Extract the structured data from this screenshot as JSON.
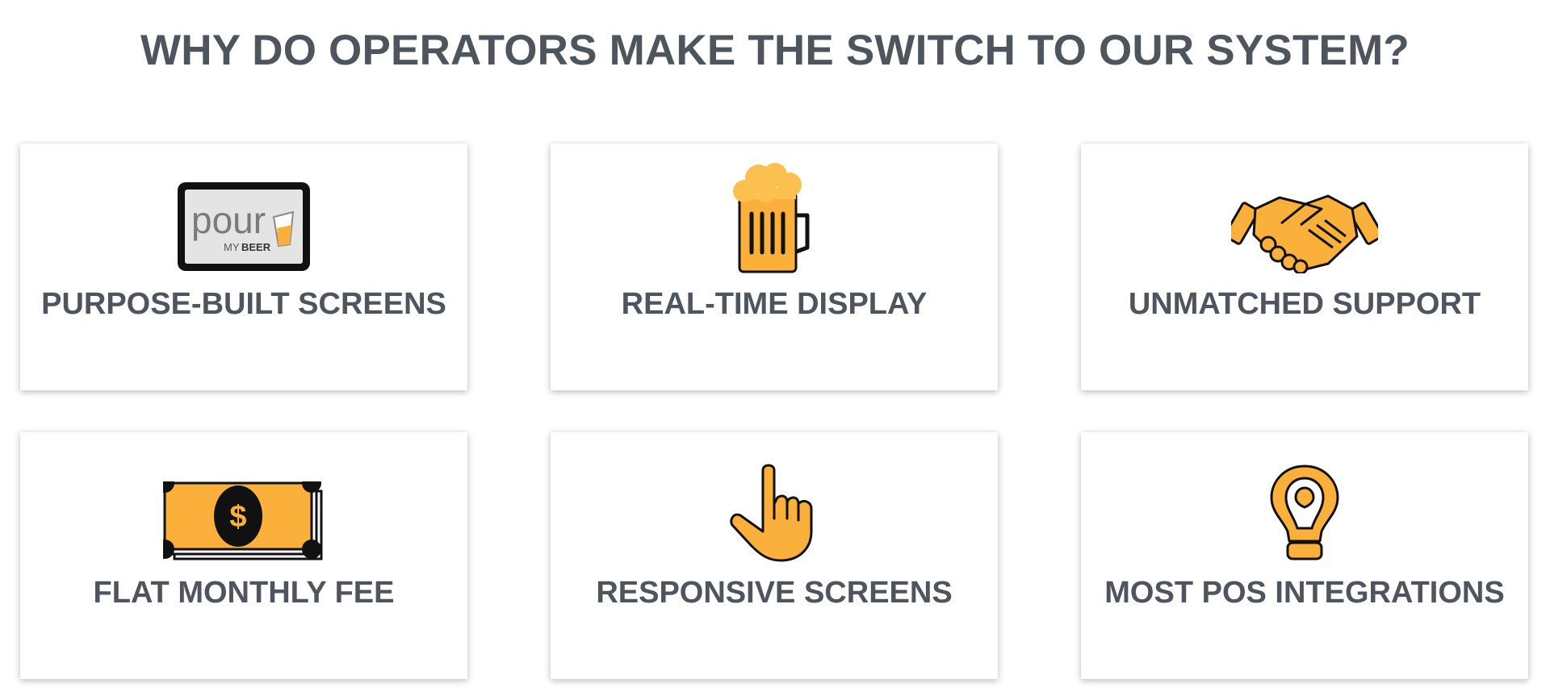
{
  "heading": "WHY DO OPERATORS MAKE THE SWITCH TO OUR SYSTEM?",
  "colors": {
    "accent": "#fbb03b",
    "text": "#4f555c",
    "outline": "#111111"
  },
  "features": [
    {
      "label": "PURPOSE-BUILT SCREENS",
      "icon": "tablet-logo-icon",
      "logo_word": "pour",
      "logo_sub_a": "MY",
      "logo_sub_b": "BEER"
    },
    {
      "label": "REAL-TIME DISPLAY",
      "icon": "beer-mug-icon"
    },
    {
      "label": "UNMATCHED SUPPORT",
      "icon": "handshake-icon"
    },
    {
      "label": "FLAT MONTHLY FEE",
      "icon": "money-bill-icon",
      "currency_symbol": "$"
    },
    {
      "label": "RESPONSIVE SCREENS",
      "icon": "pointing-hand-icon"
    },
    {
      "label": "MOST POS INTEGRATIONS",
      "icon": "light-bulb-icon"
    }
  ]
}
